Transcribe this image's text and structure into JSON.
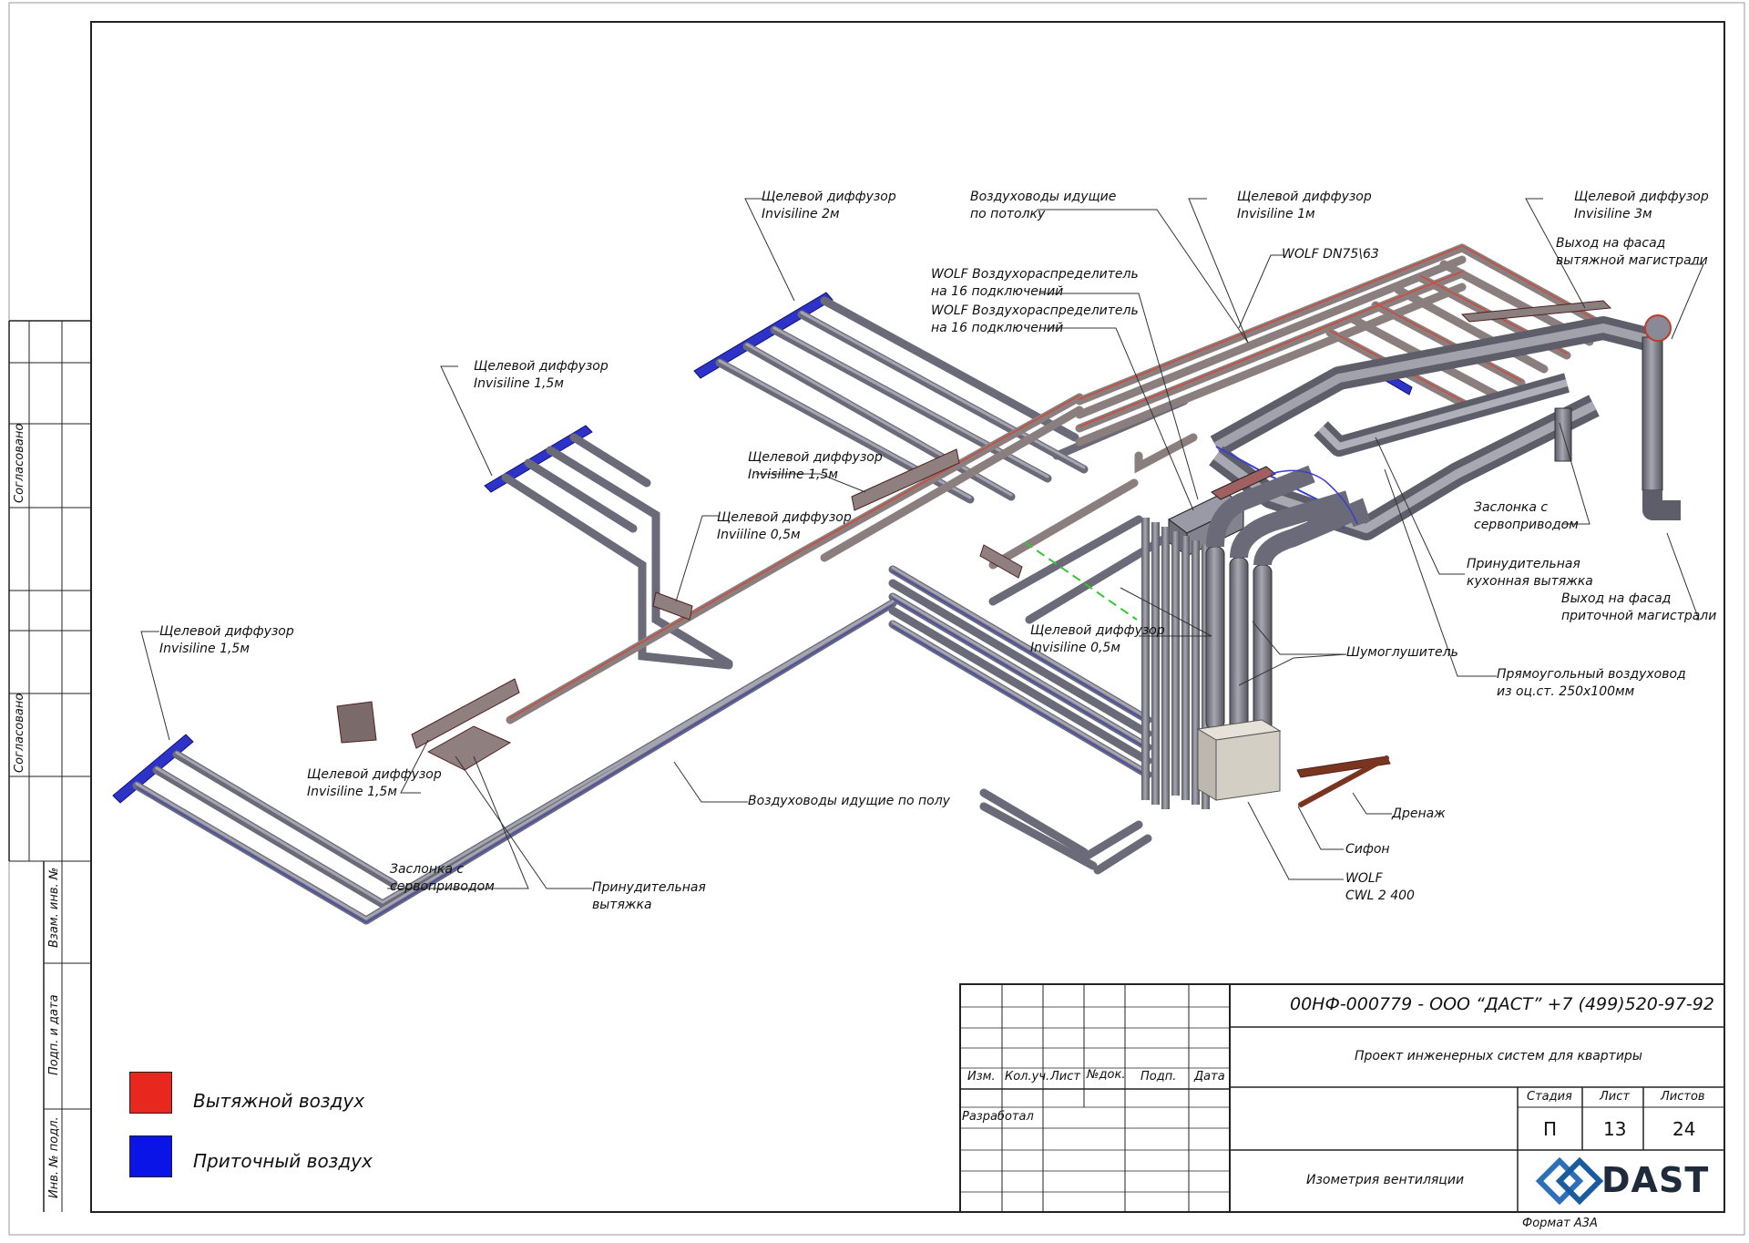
{
  "sheet": {
    "side_stamp": [
      "Согласовано",
      "Согласовано"
    ],
    "side_columns": [
      "Взам. инв. №",
      "Подп. и дата",
      "Инв. № подл."
    ]
  },
  "labels": {
    "diffuser_2m": [
      "Щелевой диффузор",
      "Invisiline 2м"
    ],
    "ducts_ceiling": [
      "Воздуховоды идущие",
      "по потолку"
    ],
    "diffuser_1m": [
      "Щелевой диффузор",
      "Invisiline 1м"
    ],
    "diffuser_3m": [
      "Щелевой диффузор",
      "Invisiline 3м"
    ],
    "facade_exhaust": [
      "Выход на фасад",
      "вытяжной магистрали"
    ],
    "wolf_dn": "WOLF DN75\\63",
    "wolf_distributor_1": [
      "WOLF Воздухораспределитель",
      "на 16 подключений"
    ],
    "wolf_distributor_2": [
      "WOLF Воздухораспределитель",
      "на 16 подключений"
    ],
    "diffuser_15_left": [
      "Щелевой диффузор",
      "Invisiline 1,5м"
    ],
    "diffuser_15_mid": [
      "Щелевой диффузор",
      "Invisiline 1,5м"
    ],
    "diffuser_05_mid": [
      "Щелевой диффузор",
      "Inviiline 0,5м"
    ],
    "damper_right": [
      "Заслонка с",
      "сервоприводом"
    ],
    "kitchen_exhaust": [
      "Принудительная",
      "кухонная вытяжка"
    ],
    "facade_supply": [
      "Выход на фасад",
      "приточной магистрали"
    ],
    "diffuser_15_far": [
      "Щелевой диффузор",
      "Invisiline 1,5м"
    ],
    "diffuser_05_right": [
      "Щелевой диффузор",
      "Invisiline 0,5м"
    ],
    "silencer": "Шумоглушитель",
    "rect_duct": [
      "Прямоугольный воздуховод",
      "из оц.ст. 250х100мм"
    ],
    "diffuser_15_bottom": [
      "Щелевой диффузор",
      "Invisiline 1,5м"
    ],
    "ducts_floor": "Воздуховоды идущие по полу",
    "drain": "Дренаж",
    "siphon": "Сифон",
    "wolf_cwl": [
      "WOLF",
      "CWL 2 400"
    ],
    "damper_left": [
      "Заслонка с",
      "сервоприводом"
    ],
    "forced_exhaust": [
      "Принудительная",
      "вытяжка"
    ]
  },
  "legend": [
    {
      "color": "#e8281f",
      "text": "Вытяжной воздух"
    },
    {
      "color": "#0a14e6",
      "text": "Приточный воздух"
    }
  ],
  "title_block": {
    "company": "00НФ-000779 - ООО “ДАСТ” +7 (499)520-97-92",
    "project": "Проект инженерных систем для квартиры",
    "sheet_name": "Изометрия вентиляции",
    "headers": [
      "Изм.",
      "Кол.уч.",
      "Лист",
      "№док.",
      "Подп.",
      "Дата"
    ],
    "developed": "Разработал",
    "stage_header": "Стадия",
    "sheet_header": "Лист",
    "sheets_header": "Листов",
    "stage": "П",
    "sheet": "13",
    "sheets": "24",
    "logo": "DAST",
    "format": "Формат А3А"
  },
  "colors": {
    "exhaust": "#c8483c",
    "supply": "#3b3fd0",
    "pipe": "#8d8d9a"
  }
}
